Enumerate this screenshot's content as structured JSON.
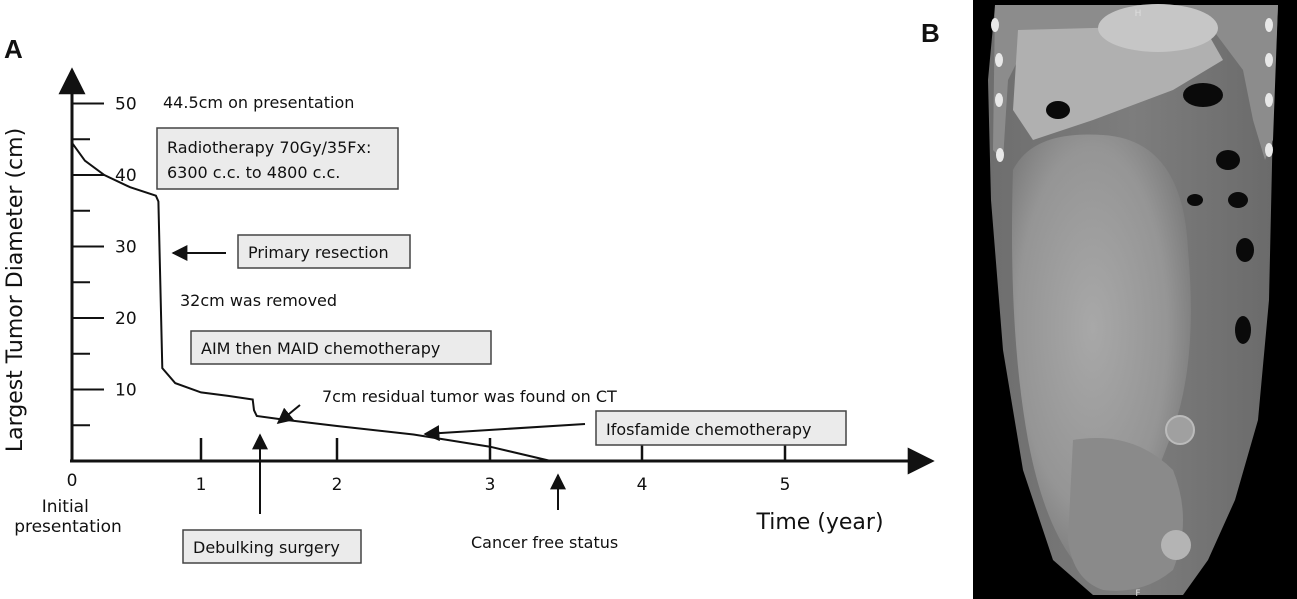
{
  "panels": {
    "a_label": "A",
    "b_label": "B"
  },
  "chart_data": {
    "type": "line",
    "title": "",
    "xlabel": "Time (year)",
    "ylabel": "Largest Tumor Diameter (cm)",
    "xlim": [
      0,
      6
    ],
    "ylim": [
      0,
      55
    ],
    "x_tick_values": [
      1,
      2,
      3,
      4,
      5
    ],
    "y_tick_values": [
      10,
      20,
      30,
      40,
      50
    ],
    "origin_label": "0",
    "origin_sublabel": "Initial\npresentation",
    "series": [
      {
        "x": [
          0,
          0.1,
          0.25,
          0.45,
          0.65,
          0.67,
          0.7,
          0.8,
          1.0,
          1.2,
          1.38,
          1.39,
          1.41,
          1.6,
          2.0,
          2.5,
          3.0,
          3.4
        ],
        "y": [
          44.5,
          42,
          40,
          38.3,
          37.1,
          36.3,
          13,
          10.9,
          9.6,
          9.1,
          8.6,
          7.1,
          6.3,
          5.8,
          4.9,
          3.7,
          2,
          0
        ]
      }
    ],
    "annotations": [
      {
        "text": "44.5cm on presentation"
      },
      {
        "text": "32cm was removed"
      },
      {
        "text": "7cm residual tumor was found on CT"
      },
      {
        "text": "Cancer free status"
      }
    ],
    "boxes": [
      {
        "lines": [
          "Radiotherapy 70Gy/35Fx:",
          "6300 c.c. to 4800 c.c."
        ]
      },
      {
        "lines": [
          "Primary resection"
        ]
      },
      {
        "lines": [
          "AIM then MAID chemotherapy"
        ]
      },
      {
        "lines": [
          "Ifosfamide chemotherapy"
        ]
      },
      {
        "lines": [
          "Debulking surgery"
        ]
      }
    ]
  },
  "ct_image": {
    "marker_top": "H",
    "marker_bottom": "F"
  }
}
